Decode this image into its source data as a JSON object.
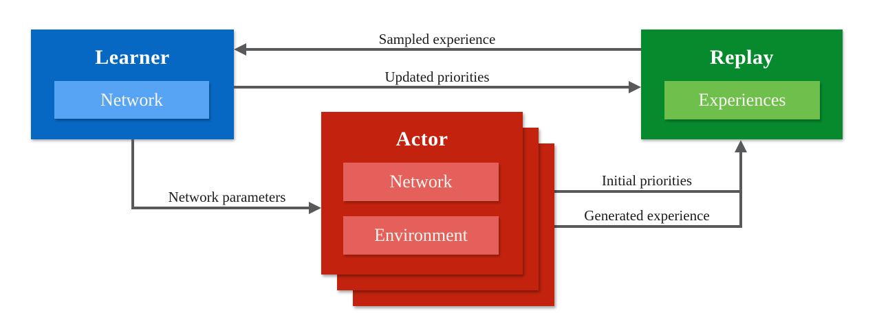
{
  "diagram": {
    "nodes": {
      "learner": {
        "title": "Learner",
        "inner": "Network"
      },
      "replay": {
        "title": "Replay",
        "inner": "Experiences"
      },
      "actor": {
        "title": "Actor",
        "inner_network": "Network",
        "inner_environment": "Environment",
        "stack_count": 3
      }
    },
    "edges": {
      "sampled_experience": "Sampled experience",
      "updated_priorities": "Updated priorities",
      "network_parameters": "Network parameters",
      "initial_priorities": "Initial priorities",
      "generated_experience": "Generated experience"
    },
    "colors": {
      "learner": "#0768c3",
      "learner_inner": "#57a4f5",
      "replay": "#078a2e",
      "replay_inner": "#6ebf4b",
      "actor": "#c3230e",
      "actor_inner": "#e5605b",
      "arrow": "#58595b",
      "label_text": "#1b1b1b"
    }
  }
}
